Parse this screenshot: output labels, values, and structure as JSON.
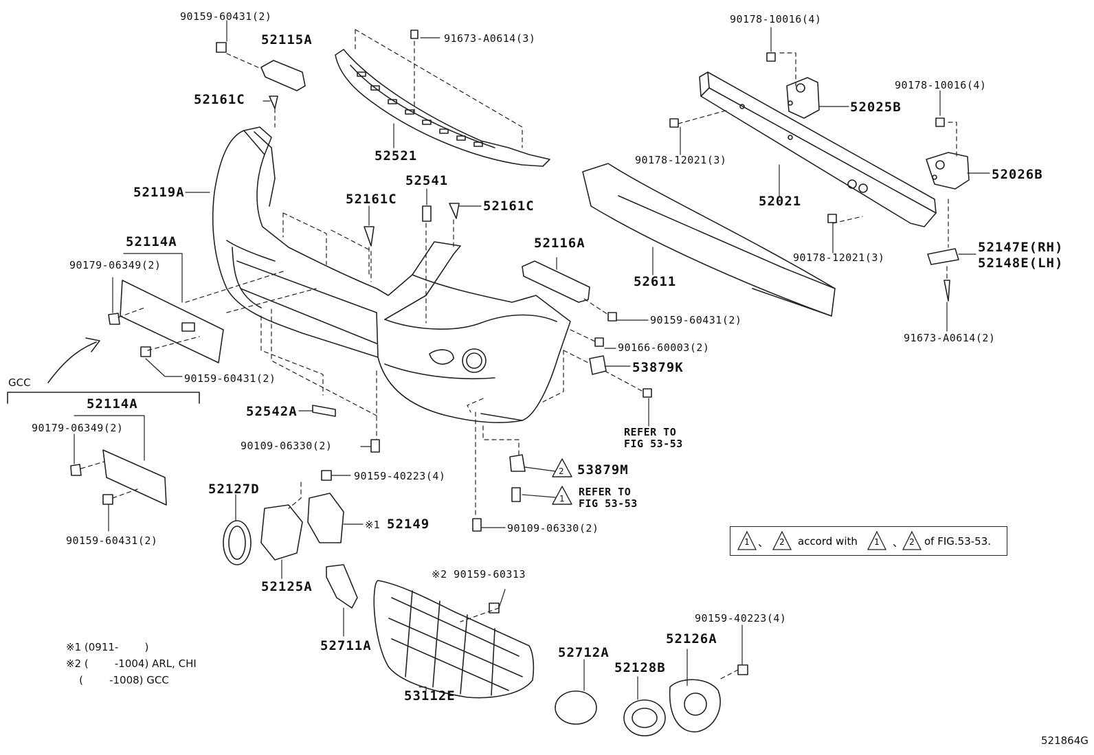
{
  "labels": {
    "p1": "90159-60431(2)",
    "p2": "52115A",
    "p3": "91673-A0614(3)",
    "p4": "90178-10016(4)",
    "p5": "90178-10016(4)",
    "p6": "52161C",
    "p7": "52025B",
    "p8": "52521",
    "p9": "90178-12021(3)",
    "p10": "52026B",
    "p11": "52119A",
    "p12": "52541",
    "p13": "52021",
    "p14": "52161C",
    "p15": "52161C",
    "p16": "52114A",
    "p17": "52116A",
    "p18": "52147E(RH)",
    "p19": "52148E(LH)",
    "p20": "90179-06349(2)",
    "p21": "52611",
    "p22": "90178-12021(3)",
    "p23": "90159-60431(2)",
    "p24": "91673-A0614(2)",
    "p25": "90166-60003(2)",
    "p26": "53879K",
    "p27": "90159-60431(2)",
    "p28": "GCC",
    "p29": "52114A",
    "p30": "52542A",
    "p31": "REFER TO\nFIG 53-53",
    "p32": "90179-06349(2)",
    "p33": "90109-06330(2)",
    "p34": "90159-40223(4)",
    "p35": "53879M",
    "p36": "52127D",
    "p37": "REFER TO\nFIG 53-53",
    "p38": "※1",
    "p39": "52149",
    "p40": "90109-06330(2)",
    "p41": "90159-60431(2)",
    "p42": "52125A",
    "p43": "※2 90159-60313",
    "p44": "90159-40223(4)",
    "p45": "52711A",
    "p46": "52126A",
    "p47": "52712A",
    "p48": "52128B",
    "p49": "53112E",
    "p50": "521864G"
  },
  "callouts": {
    "one": "1",
    "two": "2"
  },
  "note_box": {
    "t1": "1",
    "sep1": "、",
    "t2": "2",
    "text": "accord with",
    "t3": "1",
    "sep2": "、",
    "t4": "2",
    "tail": "of FIG.53-53."
  },
  "footnotes": {
    "line1": "※1 (0911-        )",
    "line2": "※2 (        -1004) ARL, CHI",
    "line3": "    (        -1008) GCC"
  }
}
